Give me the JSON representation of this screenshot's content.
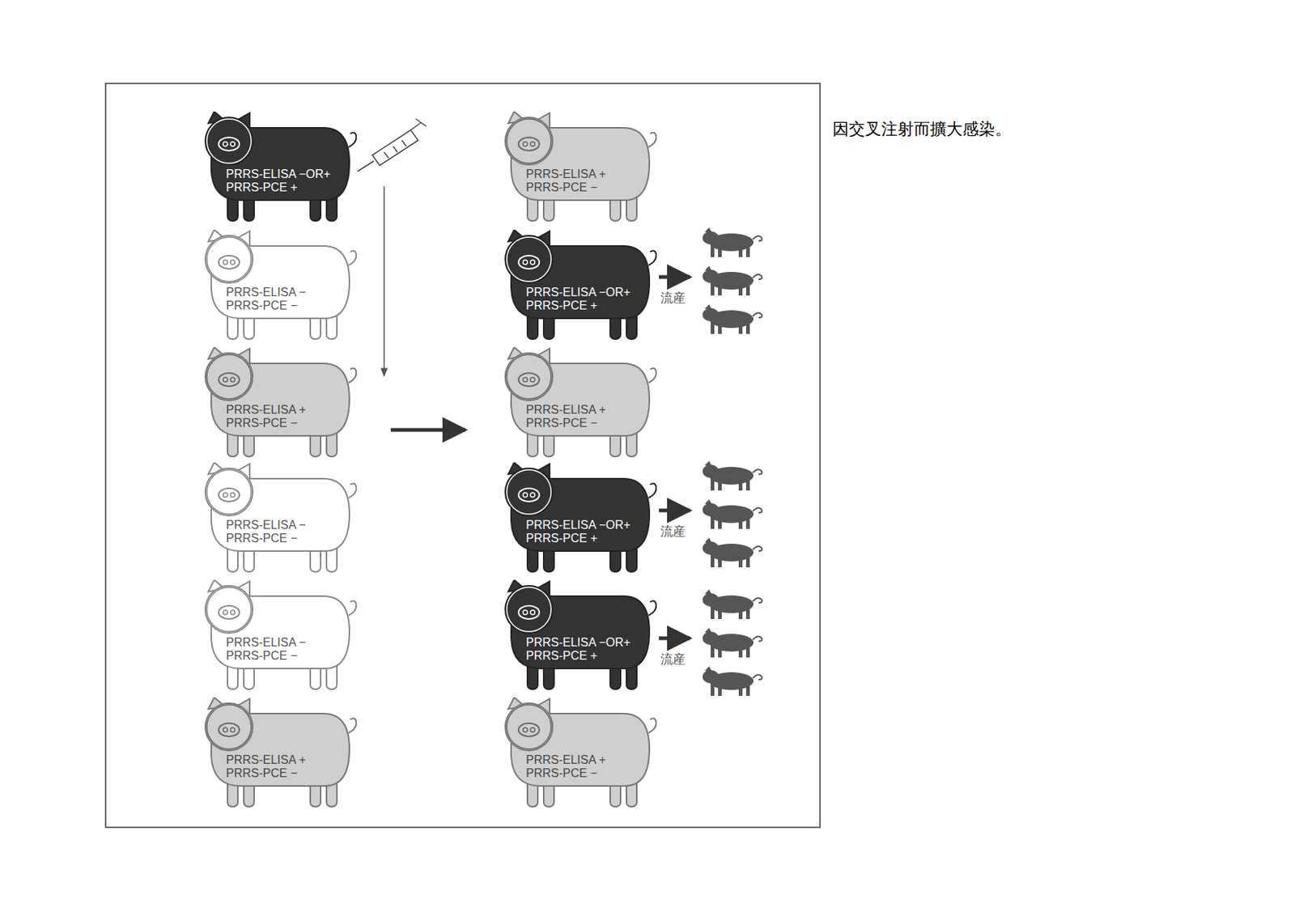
{
  "diagram": {
    "nodes": [
      {
        "text": [
          "PRRS-ELISA −OR+",
          "PRRS-PCE +"
        ]
      },
      {
        "text": [
          "PRRS-ELISA −",
          "PRRS-PCE −"
        ]
      },
      {
        "text": [
          "PRRS-ELISA +",
          "PRRS-PCE −"
        ]
      },
      {
        "text": [
          "PRRS-ELISA −",
          "PRRS-PCE −"
        ]
      },
      {
        "text": [
          "PRRS-ELISA −",
          "PRRS-PCE −"
        ]
      },
      {
        "text": [
          "PRRS-ELISA +",
          "PRRS-PCE −"
        ]
      },
      {
        "text": [
          "PRRS-ELISA +",
          "PRRS-PCE −"
        ]
      },
      {
        "text": [
          "PRRS-ELISA −OR+",
          "PRRS-PCE +"
        ]
      },
      {
        "text": [
          "PRRS-ELISA +",
          "PRRS-PCE −"
        ]
      },
      {
        "text": [
          "PRRS-ELISA −OR+",
          "PRRS-PCE +"
        ]
      },
      {
        "text": [
          "PRRS-ELISA −OR+",
          "PRRS-PCE +"
        ]
      },
      {
        "text": [
          "PRRS-ELISA +",
          "PRRS-PCE −"
        ]
      }
    ],
    "labels": [
      "因交叉注射而擴大感染。",
      "流産",
      "流産",
      "流産"
    ]
  }
}
